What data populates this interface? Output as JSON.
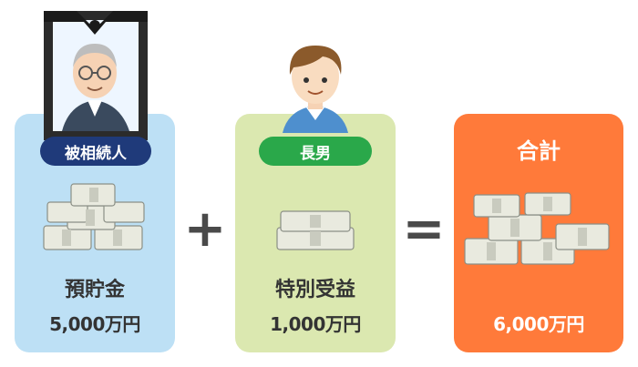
{
  "deceased": {
    "badge": "被相続人",
    "item": "預貯金",
    "amount": "5,000万円"
  },
  "son": {
    "badge": "長男",
    "item": "特別受益",
    "amount": "1,000万円"
  },
  "total": {
    "title": "合計",
    "amount": "6,000万円"
  },
  "operators": {
    "plus": "+",
    "equals": "="
  },
  "colors": {
    "panel_blue": "#bde0f5",
    "panel_green": "#dbe8b0",
    "panel_orange": "#ff7a3a",
    "badge_navy": "#1f3a7a",
    "badge_green": "#2aa84a"
  }
}
